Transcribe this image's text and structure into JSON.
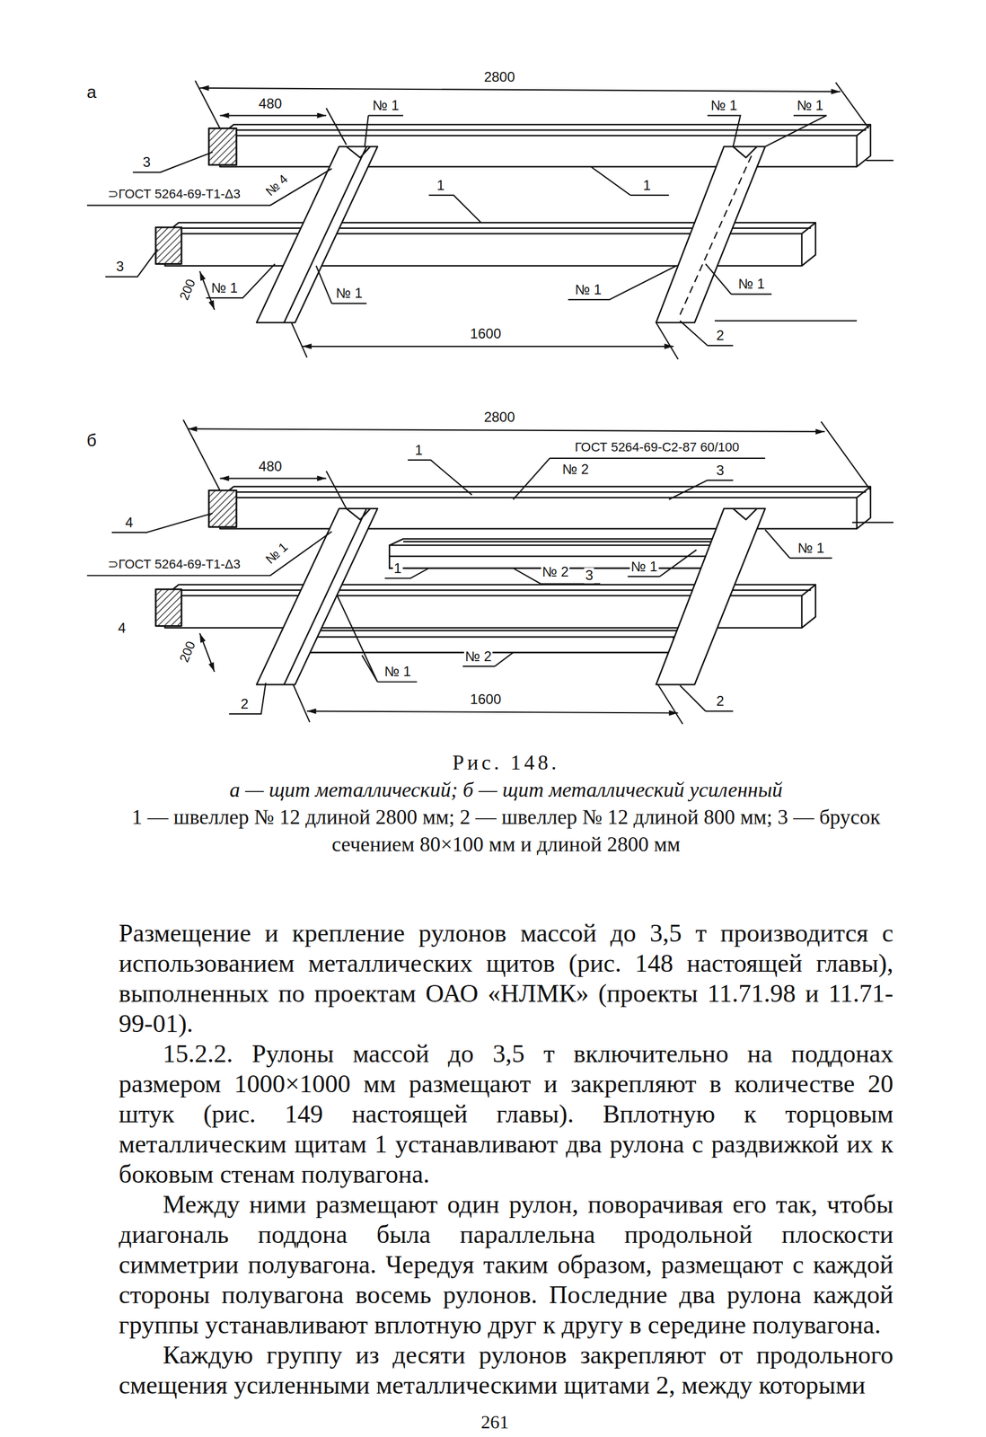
{
  "diagram": {
    "caption": "Рис. 148.",
    "labels": [
      "а",
      "2800",
      "480",
      "№ 1",
      "№ 1",
      "№ 1",
      "3",
      "⊃ГОСТ 5264-69-Т1-Δ3",
      "№ 4",
      "1",
      "1",
      "3",
      "200",
      "№ 1",
      "№ 1",
      "№ 1",
      "№ 1",
      "1600",
      "2",
      "б",
      "2800",
      "480",
      "1",
      "ГОСТ 5264-69-С2-87 60/100",
      "№ 2",
      "3",
      "4",
      "⊃ГОСТ 5264-69-Т1-Δ3",
      "№ 1",
      "1",
      "№ 2",
      "3",
      "№ 1",
      "№ 1",
      "4",
      "200",
      "№ 1",
      "№ 2",
      "2",
      "1600",
      "2",
      "а — щит металлический; б — щит металлический усиленный",
      "1 — швеллер № 12 длиной 2800 мм; 2 — швеллер № 12 длиной 800 мм; 3 — брусок сечением 80×100 мм и длиной 2800 мм",
      "Размещение и крепление рулонов массой до 3,5 т производится с использованием металлических щитов (рис. 148 настоящей главы), выполненных по проектам ОАО «НЛМК» (проекты 11.71.98 и 11.71-99-01).",
      "15.2.2. Рулоны массой до 3,5 т включительно на поддонах размером 1000×1000 мм размещают и закрепляют в количестве 20 штук (рис. 149 настоящей главы). Вплотную к торцовым металлическим щитам 1 устанавливают два рулона с раздвижкой их к боковым стенам полувагона.",
      "Между ними размещают один рулон, поворачивая его так, чтобы диагональ поддона была параллельна продольной плоскости симметрии полувагона. Чередуя таким образом, размещают с каждой стороны полувагона восемь рулонов. Последние два рулона каждой группы устанавливают вплотную друг к другу в середине полувагона.",
      "Каждую группу из десяти рулонов закрепляют от продольного смещения усиленными металлическими щитами 2, между которыми",
      "261"
    ]
  }
}
